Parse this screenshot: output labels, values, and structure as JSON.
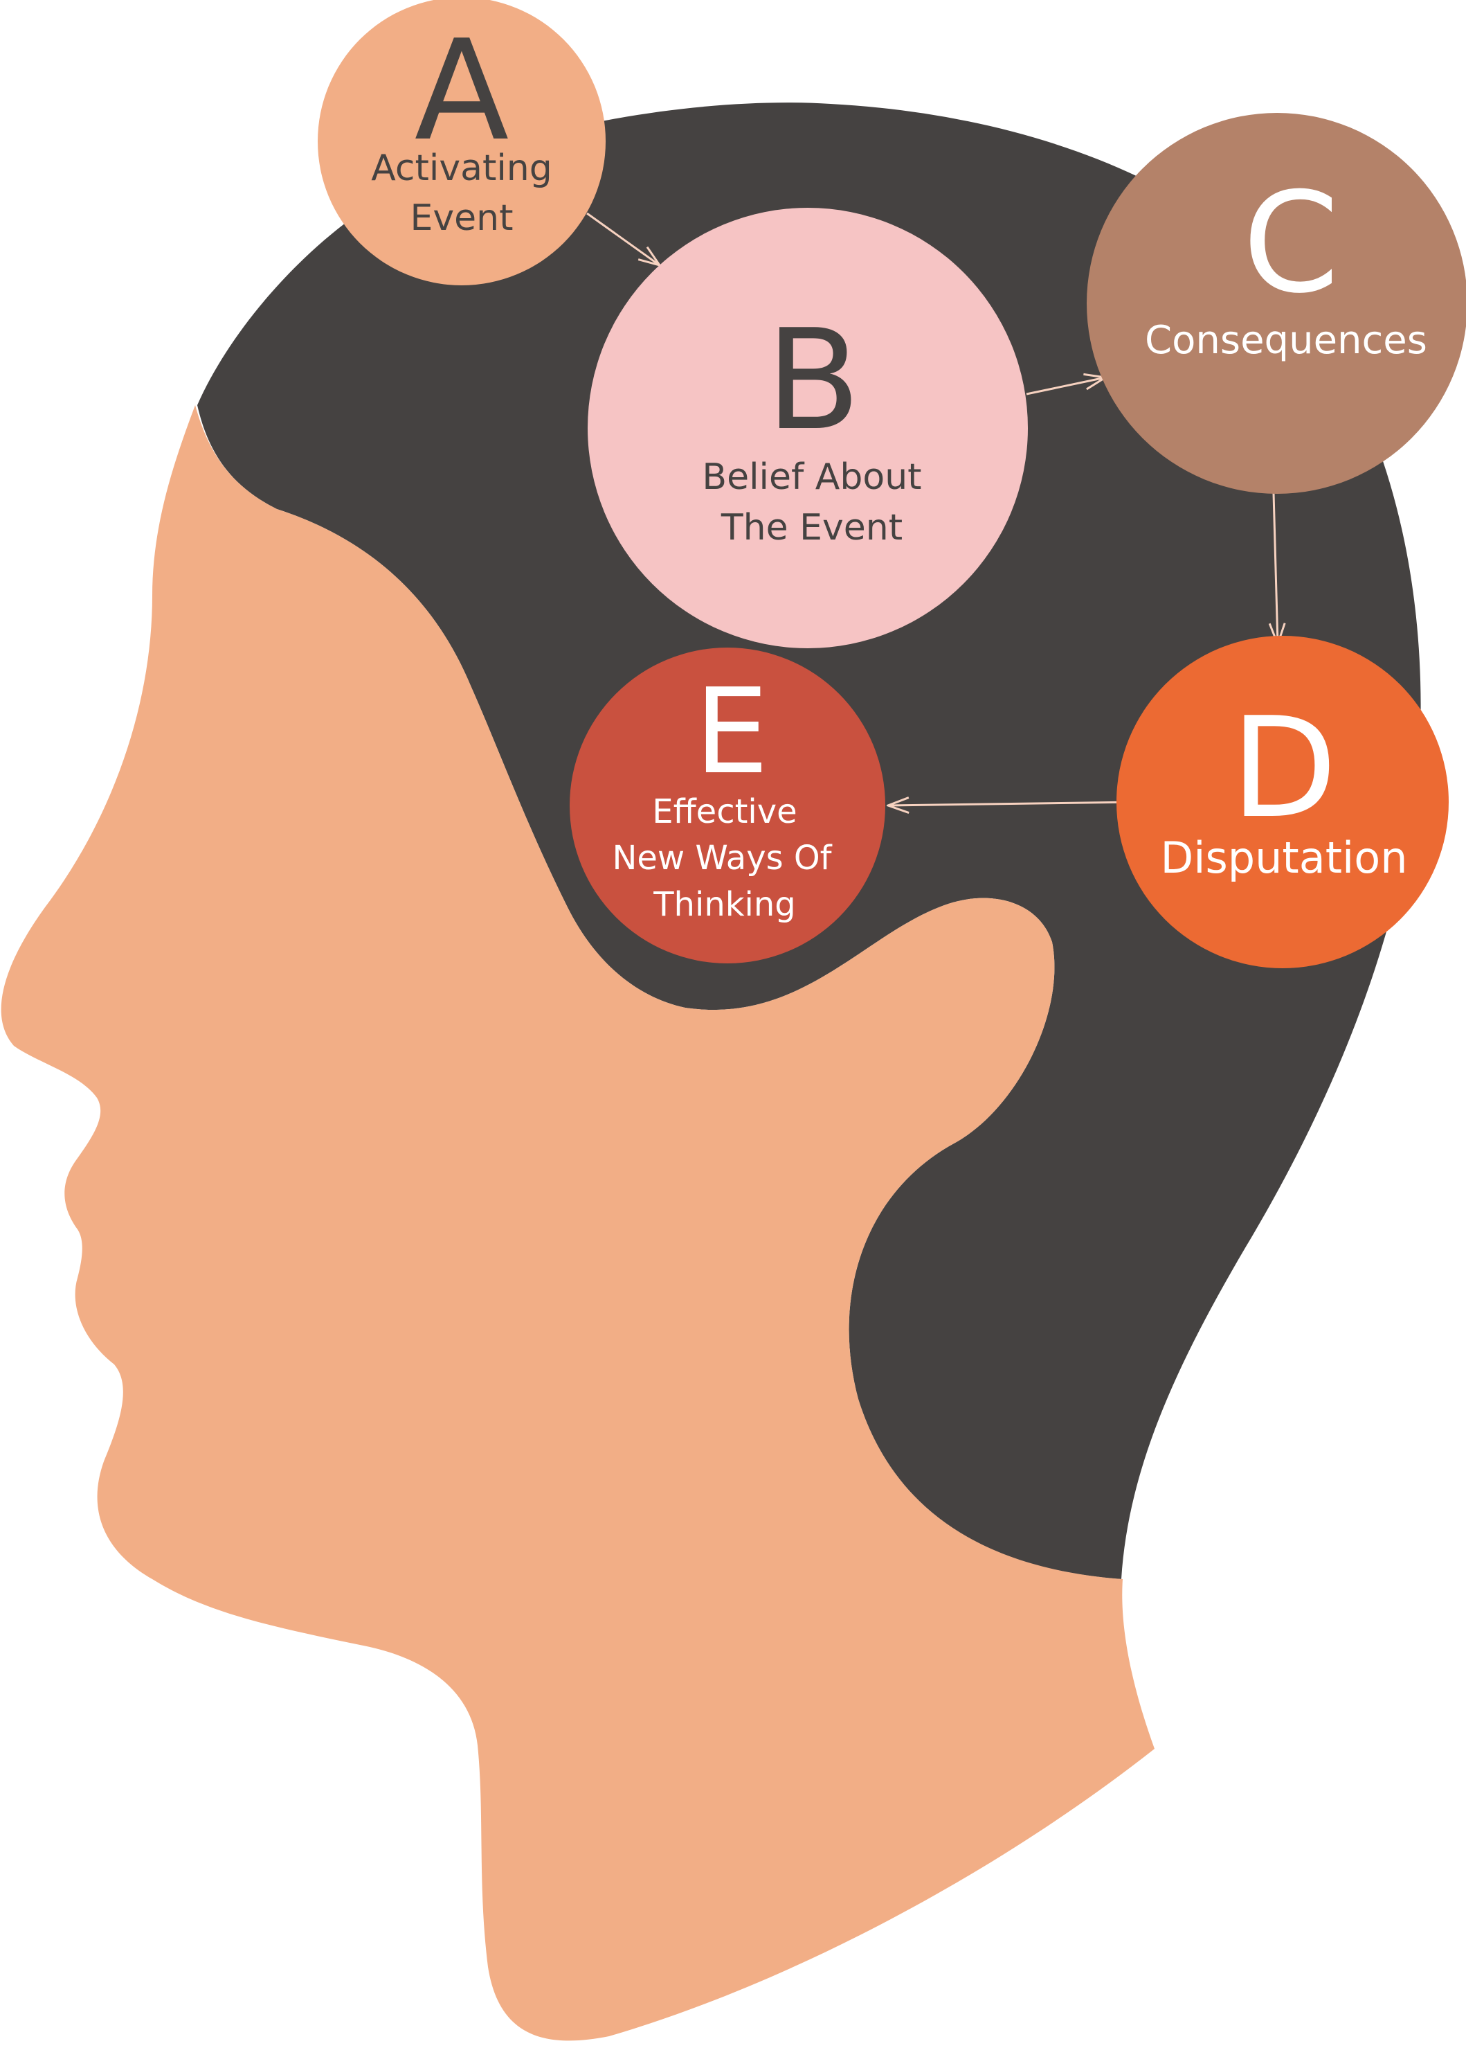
{
  "colors": {
    "background": "#ffffff",
    "skin": "#F2AE86",
    "hair": "#454241",
    "arrow": "#F7D2C0",
    "dark_text": "#454241",
    "light_text": "#ffffff"
  },
  "nodes": {
    "a": {
      "letter": "A",
      "label_lines": [
        "Activating",
        "Event"
      ],
      "fill": "#F2AE86",
      "text_color": "#454241"
    },
    "b": {
      "letter": "B",
      "label_lines": [
        "Belief About",
        "The Event"
      ],
      "fill": "#F6C4C4",
      "text_color": "#454241"
    },
    "c": {
      "letter": "C",
      "label_lines": [
        "Consequences"
      ],
      "fill": "#B48269",
      "text_color": "#ffffff"
    },
    "d": {
      "letter": "D",
      "label_lines": [
        "Disputation"
      ],
      "fill": "#EC6A33",
      "text_color": "#ffffff"
    },
    "e": {
      "letter": "E",
      "label_lines": [
        "Effective",
        "New Ways Of",
        "Thinking"
      ],
      "fill": "#C9513F",
      "text_color": "#ffffff"
    }
  },
  "arrows": [
    {
      "from": "a",
      "to": "b"
    },
    {
      "from": "b",
      "to": "c"
    },
    {
      "from": "c",
      "to": "d"
    },
    {
      "from": "d",
      "to": "e"
    }
  ]
}
